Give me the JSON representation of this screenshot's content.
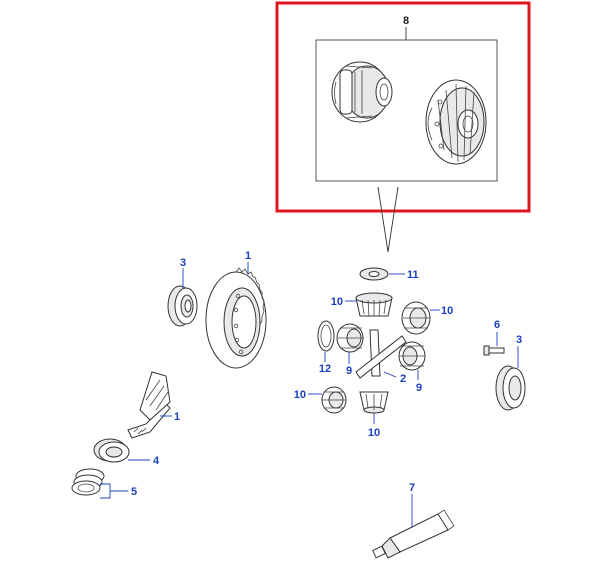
{
  "diagram": {
    "highlight_color": "#e0161e",
    "callout_color": "#1a3fbf",
    "callouts": {
      "c8": "8",
      "c1a": "1",
      "c3a": "3",
      "c11": "11",
      "c10a": "10",
      "c10b": "10",
      "c12": "12",
      "c9a": "9",
      "c2": "2",
      "c9b": "9",
      "c6": "6",
      "c3b": "3",
      "c10c": "10",
      "c10d": "10",
      "c1b": "1",
      "c4": "4",
      "c5": "5",
      "c7": "7"
    }
  }
}
